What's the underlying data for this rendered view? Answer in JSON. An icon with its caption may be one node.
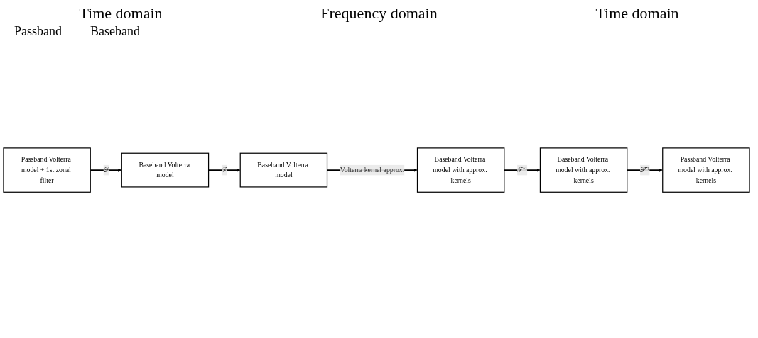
{
  "diagram": {
    "nodes": [
      {
        "text": [
          "Passband Volterra model + 1st zonal filter"
        ]
      },
      {
        "text": [
          "Baseband Volterra model"
        ]
      },
      {
        "text": [
          "Baseband Volterra model"
        ]
      },
      {
        "text": [
          "Baseband Volterra model with approx. kernels"
        ]
      },
      {
        "text": [
          "Baseband Volterra model with approx. kernels"
        ]
      },
      {
        "text": [
          "Passband Volterra model with approx. kernels"
        ]
      }
    ],
    "edges": [
      {
        "from": 0,
        "to": 1,
        "arrow": "to",
        "label": "𝒫"
      },
      {
        "from": 1,
        "to": 2,
        "arrow": "to",
        "label": "ℱ"
      },
      {
        "from": 2,
        "to": 3,
        "arrow": "to",
        "label": "Volterra kernel approx."
      },
      {
        "from": 3,
        "to": 4,
        "arrow": "to",
        "label": "ℱ⁻¹"
      },
      {
        "from": 4,
        "to": 5,
        "arrow": "to",
        "label": "𝒫⁻¹"
      }
    ],
    "labels": [
      "Time domain",
      "Frequency domain",
      "Time domain",
      "Passband",
      "Baseband"
    ]
  }
}
